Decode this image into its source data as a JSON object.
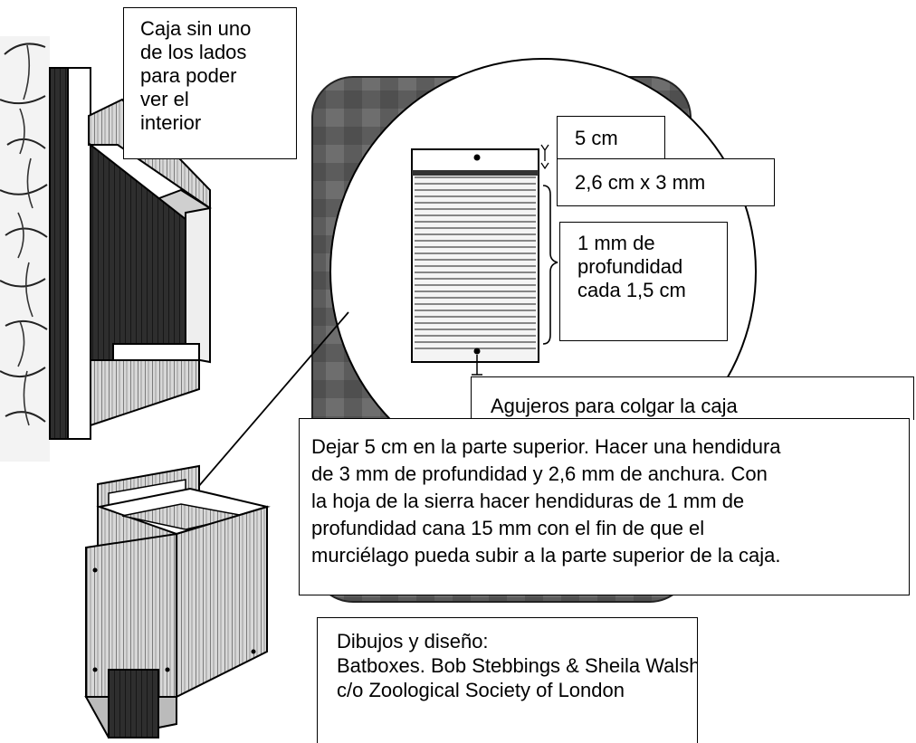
{
  "labels": {
    "cut_side": [
      "Caja sin uno",
      "de los lados",
      "para poder",
      "ver el",
      "interior"
    ],
    "top_margin": "5 cm",
    "slot_size": "2,6 cm x 3 mm",
    "grooves": [
      "1 mm de",
      "profundidad",
      "cada 1,5 cm"
    ],
    "hanging_holes": "Agujeros para colgar la caja",
    "instructions": [
      "Dejar 5 cm en la parte superior. Hacer una hendidura",
      "de 3 mm de profundidad y 2,6 mm de anchura. Con",
      "la hoja de la sierra hacer hendiduras de 1 mm de",
      "profundidad cana 15 mm con el fin de que el",
      "murciélago pueda subir a la parte superior de la caja."
    ],
    "credits": [
      "Dibujos y diseño:",
      "Batboxes. Bob Stebbings & Sheila Walsh, FFPS",
      "c/o Zoological Society of London"
    ]
  },
  "colors": {
    "ink": "#000000",
    "panel_dark": "#4a4a4a",
    "panel_mid": "#7a7a7a",
    "paper": "#ffffff"
  }
}
